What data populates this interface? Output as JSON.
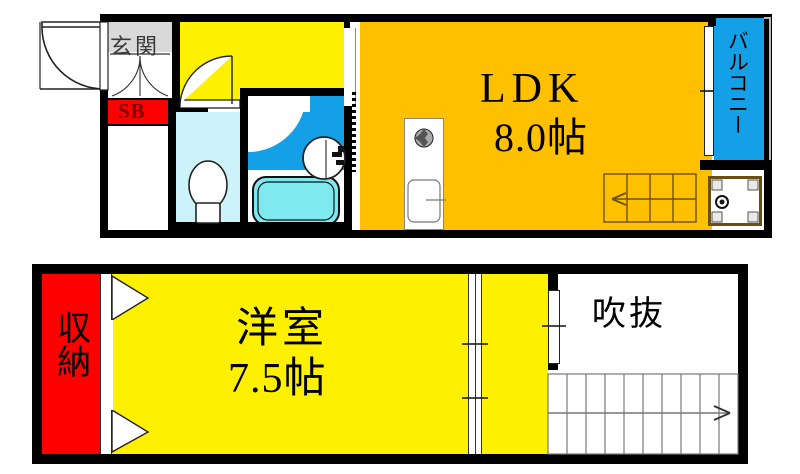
{
  "plan": {
    "title": "間取り図",
    "colors": {
      "ldk": "#FFC000",
      "room": "#FFF000",
      "closet": "#FF0000",
      "entrance": "#D9D9D9",
      "balcony": "#14A0E6",
      "bath": "#7FE9F0",
      "toilet": "#CCF2FA",
      "wall": "#000000",
      "background": "#FFFFFF"
    },
    "upper_floor": {
      "rooms": [
        {
          "id": "ldk",
          "name": "LDK",
          "label": "LDK",
          "size": "8.0帖",
          "color": "#FFC000"
        },
        {
          "id": "entrance",
          "name": "genkan",
          "label": "玄関",
          "size": "",
          "color": "#D9D9D9"
        },
        {
          "id": "shoe-box",
          "name": "shoe-box",
          "label": "SB",
          "size": "",
          "color": "#FF0000"
        },
        {
          "id": "balcony",
          "name": "balcony",
          "label": "バルコニー",
          "size": "",
          "color": "#14A0E6"
        },
        {
          "id": "hall",
          "name": "hallway",
          "label": "",
          "size": "",
          "color": "#FFF000"
        },
        {
          "id": "toilet",
          "name": "toilet",
          "label": "",
          "size": "",
          "color": "#CCF2FA"
        },
        {
          "id": "bath",
          "name": "bathroom",
          "label": "",
          "size": "",
          "color": "#7FE9F0"
        }
      ],
      "fixtures": [
        {
          "name": "kitchen-sink-unit"
        },
        {
          "name": "stair-up"
        },
        {
          "name": "washing-machine-pan"
        },
        {
          "name": "toilet-bowl"
        },
        {
          "name": "bathtub"
        },
        {
          "name": "wash-basin"
        },
        {
          "name": "entrance-door"
        }
      ]
    },
    "lower_floor": {
      "rooms": [
        {
          "id": "washitsu",
          "name": "western-room",
          "label": "洋室",
          "size": "7.5帖",
          "color": "#FFF000"
        },
        {
          "id": "closet",
          "name": "storage",
          "label": "収納",
          "size": "",
          "color": "#FF0000"
        },
        {
          "id": "void",
          "name": "atrium-void",
          "label": "吹抜",
          "size": "",
          "color": "#FFFFFF"
        }
      ],
      "fixtures": [
        {
          "name": "folding-closet-door"
        },
        {
          "name": "sliding-door"
        },
        {
          "name": "stair-down"
        }
      ]
    },
    "labels": {
      "ldk_name": "LDK",
      "ldk_size": "8.0帖",
      "room_name": "洋室",
      "room_size": "7.5帖",
      "entrance": "玄関",
      "shoe_box": "SB",
      "balcony": "バルコニー",
      "storage": "収納",
      "void": "吹抜"
    }
  }
}
